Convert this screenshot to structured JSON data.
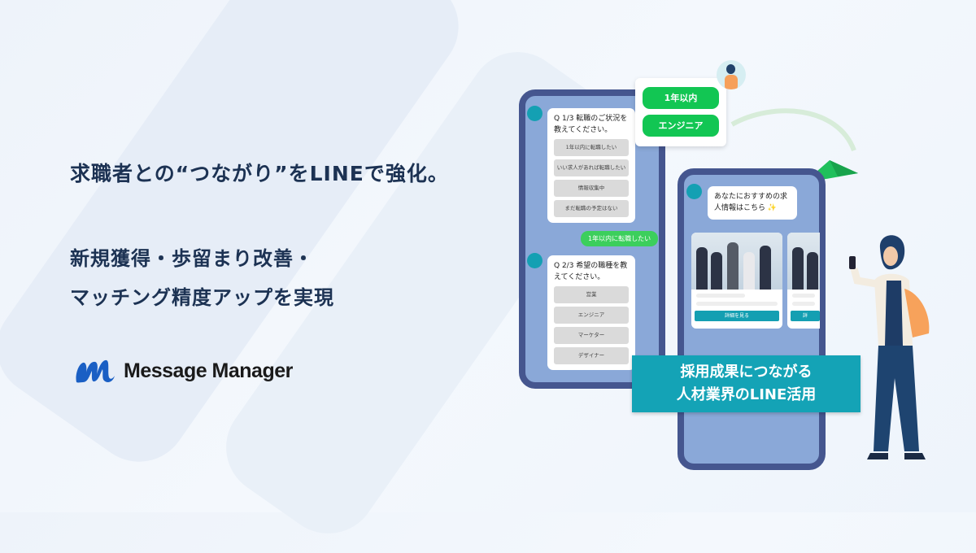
{
  "headline": "求職者との“つながり”をLINEで強化。",
  "subheadline": [
    "新規獲得・歩留まり改善・",
    "マッチング精度アップを実現"
  ],
  "brand": {
    "name": "Message Manager",
    "color": "#1a5fc4"
  },
  "phone1": {
    "q1": "Q 1/3 転職のご状況を教えてください。",
    "q1_options": [
      "1年以内に転職したい",
      "いい求人があれば転職したい",
      "情報収集中",
      "まだ転職の予定はない"
    ],
    "answer1": "1年以内に転職したい",
    "q2": "Q 2/3 希望の職種を教えてください。",
    "q2_options": [
      "営業",
      "エンジニア",
      "マーケター",
      "デザイナー"
    ]
  },
  "popup": {
    "choices": [
      "1年以内",
      "エンジニア"
    ]
  },
  "phone2": {
    "message": "あなたにおすすめの求人情報はこちら ✨",
    "card_button": "詳細を見る",
    "card_button_partial": "詳"
  },
  "banner": {
    "line1": "採用成果につながる",
    "line2": "人材業界のLINE活用"
  }
}
